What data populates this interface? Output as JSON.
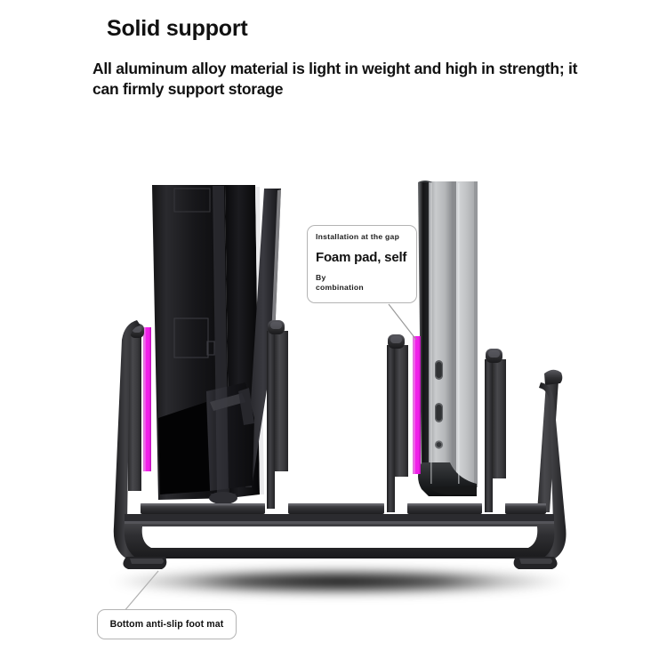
{
  "heading": {
    "title": "Solid support",
    "subtitle": "All aluminum alloy material is light in weight and high in strength; it can firmly support storage"
  },
  "callouts": {
    "foam_pad": {
      "line1": "Installation at the gap",
      "line2": "Foam pad, self",
      "line3": "By",
      "line4": "combination"
    },
    "foot_mat": {
      "label": "Bottom anti-slip foot mat"
    }
  },
  "scene": {
    "product": "aluminum alloy vertical storage stand",
    "devices": [
      {
        "name": "game-console",
        "finish": "glossy black"
      },
      {
        "name": "laptop",
        "finish": "silver aluminum"
      }
    ],
    "icons": {
      "console": "game-console-icon",
      "laptop": "laptop-icon",
      "usb_c_port": "usb-c-port-icon",
      "headphone_jack": "headphone-jack-icon"
    }
  },
  "colors": {
    "background": "#ffffff",
    "text": "#111111",
    "foam_pad": "#ef1fe8",
    "foam_pad_dark": "#c412bd",
    "stand_dark": "#3a3a3c",
    "stand_darker": "#232325",
    "stand_light": "#55555a",
    "console_black": "#0d0d0f",
    "laptop_silver": "#b9bbbd",
    "callout_border": "#b4b4b4",
    "leader_line": "#9a9a9a",
    "shadow": "#0b0b0b"
  }
}
